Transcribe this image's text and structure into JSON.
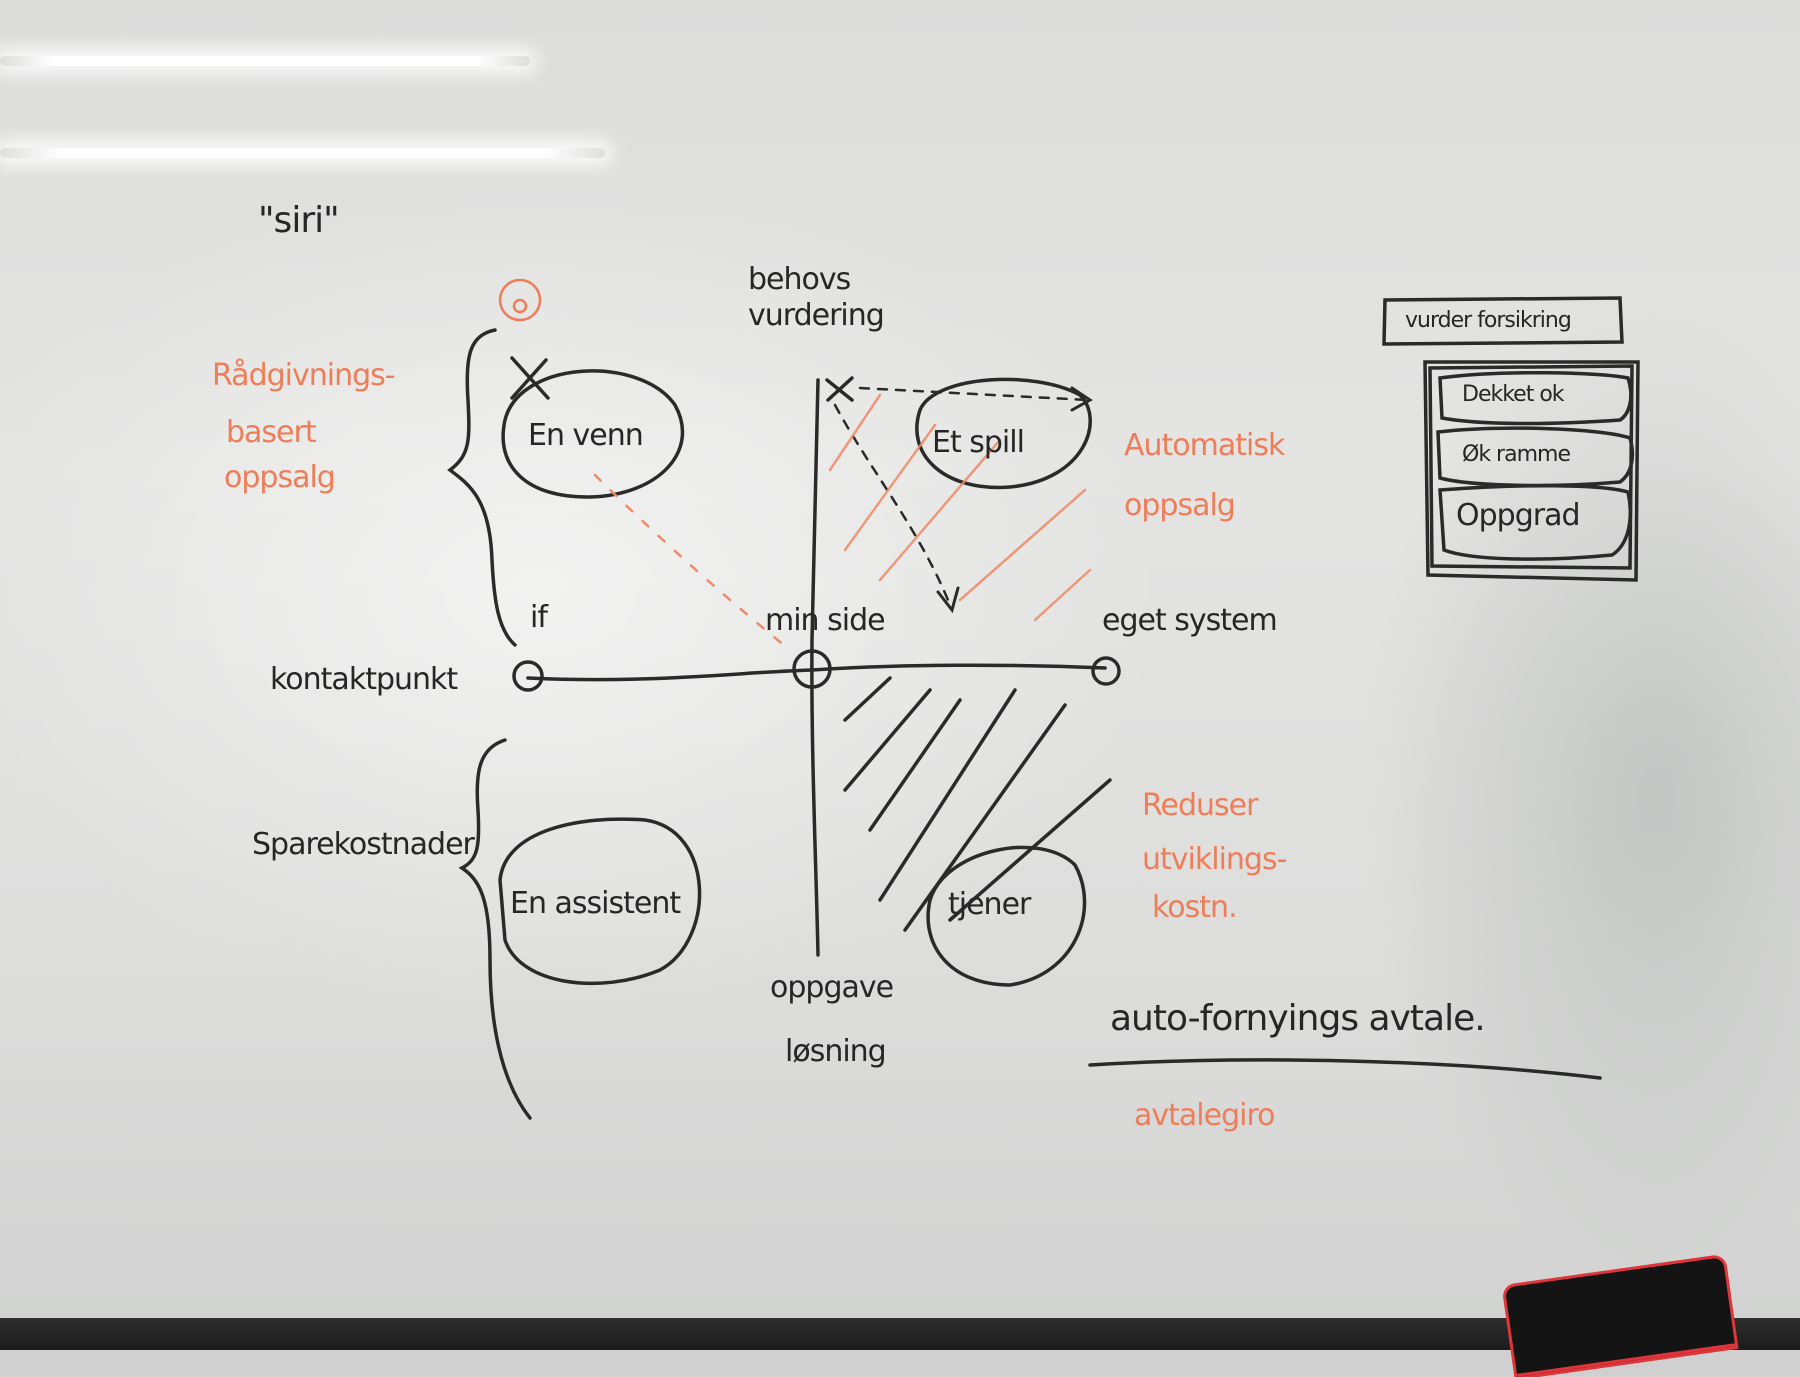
{
  "whiteboard": {
    "title": "\"siri\"",
    "axis": {
      "left_end": "kontaktpunkt",
      "left_node": "if",
      "center_node": "min side",
      "right_end": "eget system",
      "top": [
        "behovs",
        "vurdering"
      ],
      "bottom": [
        "oppgave",
        "løsning"
      ]
    },
    "circles": {
      "top_left": "En venn",
      "top_right": "Et spill",
      "bottom_left": "En assistent",
      "bottom_right": "tjener"
    },
    "orange_notes": {
      "left_top": [
        "Rådgivnings-",
        "basert",
        "oppsalg"
      ],
      "right_top": [
        "Automatisk",
        "oppsalg"
      ],
      "right_bottom": [
        "Reduser",
        "utviklings-",
        "kostn."
      ],
      "bottom": "avtalegiro"
    },
    "left_bottom_note": "Sparekostnader",
    "underline_note": "auto-fornyings avtale.",
    "mockup": {
      "header": "vurder forsikring",
      "options": [
        "Dekket ok",
        "Øk ramme",
        "Oppgrad"
      ]
    },
    "colors": {
      "marker_black": "#262626",
      "marker_orange": "#ee7d58",
      "board": "#e2e2e1"
    }
  }
}
